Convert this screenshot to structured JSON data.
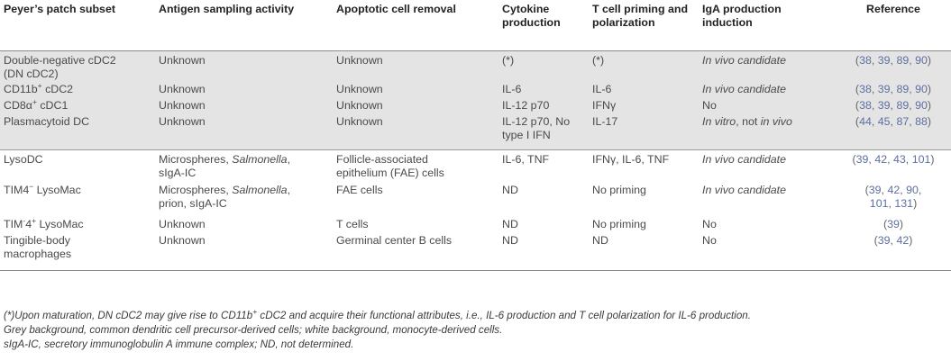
{
  "headers": [
    "Peyer’s patch subset",
    "Antigen sampling activity",
    "Apoptotic cell removal",
    "Cytokine production",
    "T cell priming and polarization",
    "IgA production induction",
    "Reference"
  ],
  "rows": [
    {
      "subset": [
        "Double-negative cDC2",
        "(DN cDC2)"
      ],
      "antigen": [
        "Unknown"
      ],
      "apoptotic": [
        "Unknown"
      ],
      "cytokine": [
        "(*)"
      ],
      "tcell": [
        "(*)"
      ],
      "iga": "In vivo candidate",
      "ref_open": "(",
      "refs": [
        "38",
        "39",
        "89",
        "90"
      ],
      "ref_close": ")"
    },
    {
      "subset_prefix": "CD11b",
      "subset_sup": "+",
      "subset_suffix": " cDC2",
      "antigen": [
        "Unknown"
      ],
      "apoptotic": [
        "Unknown"
      ],
      "cytokine": [
        "IL-6"
      ],
      "tcell": [
        "IL-6"
      ],
      "iga": "In vivo candidate",
      "refs": [
        "38",
        "39",
        "89",
        "90"
      ]
    },
    {
      "subset_prefix": "CD8α",
      "subset_sup": "+",
      "subset_suffix": " cDC1",
      "antigen": [
        "Unknown"
      ],
      "apoptotic": [
        "Unknown"
      ],
      "cytokine": [
        "IL-12 p70"
      ],
      "tcell": [
        "IFNγ"
      ],
      "iga": "No",
      "refs": [
        "38",
        "39",
        "89",
        "90"
      ]
    },
    {
      "subset": [
        "Plasmacytoid DC"
      ],
      "antigen": [
        "Unknown"
      ],
      "apoptotic": [
        "Unknown"
      ],
      "cytokine": [
        "IL-12 p70, No",
        "type I IFN"
      ],
      "tcell": [
        "IL-17"
      ],
      "iga_a": "In vitro",
      "iga_b": ", not ",
      "iga_c": "in vivo",
      "refs": [
        "44",
        "45",
        "87",
        "88"
      ]
    },
    {
      "subset": [
        "LysoDC"
      ],
      "antigen_a": "Microspheres, ",
      "antigen_b": "Salmonella",
      "antigen_c": ",",
      "antigen_line2": "sIgA-IC",
      "apoptotic": [
        "Follicle-associated",
        "epithelium (FAE) cells"
      ],
      "cytokine": [
        "IL-6, TNF"
      ],
      "tcell": [
        "IFNγ, IL-6, TNF"
      ],
      "iga": "In vivo candidate",
      "refs": [
        "39",
        "42",
        "43",
        "101"
      ]
    },
    {
      "subset_prefix": "TIM4",
      "subset_sup": "−",
      "subset_suffix": " LysoMac",
      "antigen_a": "Microspheres, ",
      "antigen_b": "Salmonella",
      "antigen_c": ",",
      "antigen_line2": "prion, sIgA-IC",
      "apoptotic": [
        "FAE cells"
      ],
      "cytokine": [
        "ND"
      ],
      "tcell": [
        "No priming"
      ],
      "iga": "In vivo candidate",
      "refs_line1": [
        "39",
        "42",
        "90"
      ],
      "refs_line2": [
        "101",
        "131"
      ]
    },
    {
      "subset_prefix": "TIM",
      "subset_sup": "-",
      "subset_mid": "4",
      "subset_sup2": "+",
      "subset_suffix": " LysoMac",
      "antigen": [
        "Unknown"
      ],
      "apoptotic": [
        "T cells"
      ],
      "cytokine": [
        "ND"
      ],
      "tcell": [
        "No priming"
      ],
      "iga": "No",
      "refs": [
        "39"
      ]
    },
    {
      "subset": [
        "Tingible-body",
        "macrophages"
      ],
      "antigen": [
        "Unknown"
      ],
      "apoptotic": [
        "Germinal center B cells"
      ],
      "cytokine": [
        "ND"
      ],
      "tcell": [
        "ND"
      ],
      "iga": "No",
      "refs": [
        "39",
        "42"
      ]
    }
  ],
  "footnotes": {
    "note1_a": "(*)Upon maturation, DN cDC2 may give rise to CD11b",
    "note1_sup": "+",
    "note1_b": " cDC2 and acquire their functional attributes, i.e., IL-6 production and T cell polarization for IL-6 production.",
    "note2": "Grey background, common dendritic cell precursor-derived cells; white background, monocyte-derived cells.",
    "note3": "sIgA-IC, secretory immunoglobulin A immune complex; ND, not determined."
  },
  "colors": {
    "grey_background": "#e4e4e4",
    "reference_link": "#5d6fa3",
    "text": "#3a3a3a"
  }
}
